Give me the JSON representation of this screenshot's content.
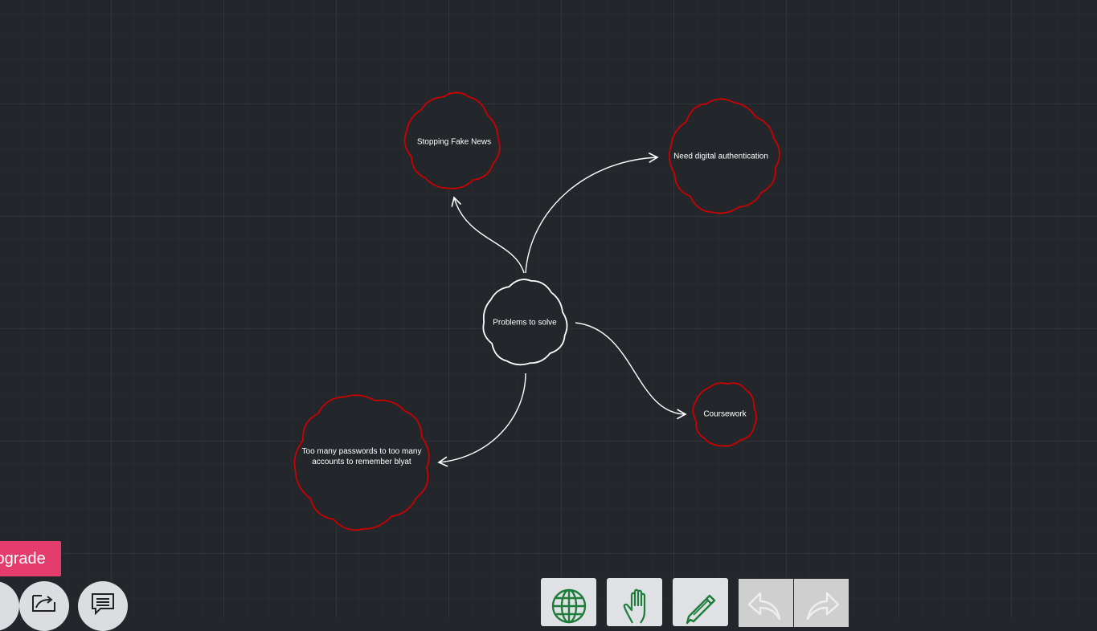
{
  "mindmap": {
    "center": {
      "label": "Problems to solve",
      "color": "#ffffff"
    },
    "branch_color": "#cc0000",
    "branches": [
      {
        "id": "fake-news",
        "label": "Stopping Fake News"
      },
      {
        "id": "digital-auth",
        "label": "Need digital authentication"
      },
      {
        "id": "coursework",
        "label": "Coursework"
      },
      {
        "id": "passwords",
        "label": "Too many passwords to too many accounts to remember blyat"
      }
    ]
  },
  "toolbar": {
    "upgrade_label": "Upgrade",
    "left_buttons": [
      {
        "icon": "share-icon"
      },
      {
        "icon": "comment-icon"
      }
    ],
    "tools": [
      {
        "icon": "globe-icon",
        "color": "#1e7d3a"
      },
      {
        "icon": "hand-icon",
        "color": "#1e7d3a"
      },
      {
        "icon": "pencil-icon",
        "color": "#1e7d3a"
      }
    ],
    "history": [
      {
        "icon": "undo-icon"
      },
      {
        "icon": "redo-icon"
      }
    ]
  }
}
